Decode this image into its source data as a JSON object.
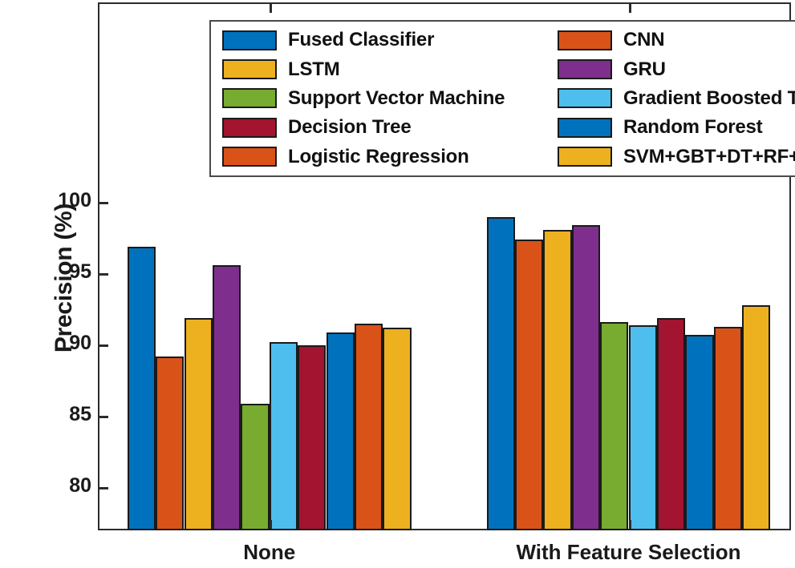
{
  "chart_data": {
    "type": "bar",
    "title": "",
    "xlabel": "",
    "ylabel": "Precision (%)",
    "ylim": [
      77.5,
      102
    ],
    "ytick_labels": [
      "100",
      "95",
      "90",
      "85",
      "80"
    ],
    "ytick_values": [
      100,
      95,
      90,
      85,
      80
    ],
    "categories": [
      "None",
      "With Feature Selection"
    ],
    "grid": false,
    "legend_position": "top, inside, two columns",
    "series": [
      {
        "name": "Fused Classifier",
        "color": "#0072BD",
        "values": [
          96.9,
          99.0
        ]
      },
      {
        "name": "CNN",
        "color": "#D95319",
        "values": [
          89.2,
          97.4
        ]
      },
      {
        "name": "LSTM",
        "color": "#EDB120",
        "values": [
          91.9,
          98.1
        ]
      },
      {
        "name": "GRU",
        "color": "#7E2F8E",
        "values": [
          95.6,
          98.4
        ]
      },
      {
        "name": "Support Vector Machine",
        "color": "#77AC30",
        "values": [
          85.9,
          91.6
        ]
      },
      {
        "name": "Gradient Boosted Trees",
        "color": "#4DBEEE",
        "values": [
          90.2,
          91.4
        ]
      },
      {
        "name": "Decision Tree",
        "color": "#A2142F",
        "values": [
          90.0,
          91.9
        ]
      },
      {
        "name": "Random Forest",
        "color": "#0072BD",
        "values": [
          90.9,
          90.7
        ]
      },
      {
        "name": "Logistic Regression",
        "color": "#D95319",
        "values": [
          91.5,
          91.3
        ]
      },
      {
        "name": "SVM+GBT+DT+RF+LR",
        "color": "#EDB120",
        "values": [
          91.2,
          92.8
        ]
      }
    ]
  },
  "legend": {
    "left_column": [
      {
        "label": "Fused Classifier",
        "color": "#0072BD"
      },
      {
        "label": "LSTM",
        "color": "#EDB120"
      },
      {
        "label": "Support Vector Machine",
        "color": "#77AC30"
      },
      {
        "label": "Decision Tree",
        "color": "#A2142F"
      },
      {
        "label": "Logistic Regression",
        "color": "#D95319"
      }
    ],
    "right_column": [
      {
        "label": "CNN",
        "color": "#D95319"
      },
      {
        "label": "GRU",
        "color": "#7E2F8E"
      },
      {
        "label": "Gradient Boosted Trees",
        "color": "#4DBEEE"
      },
      {
        "label": "Random Forest",
        "color": "#0072BD"
      },
      {
        "label": "SVM+GBT+DT+RF+LR",
        "color": "#EDB120"
      }
    ]
  }
}
